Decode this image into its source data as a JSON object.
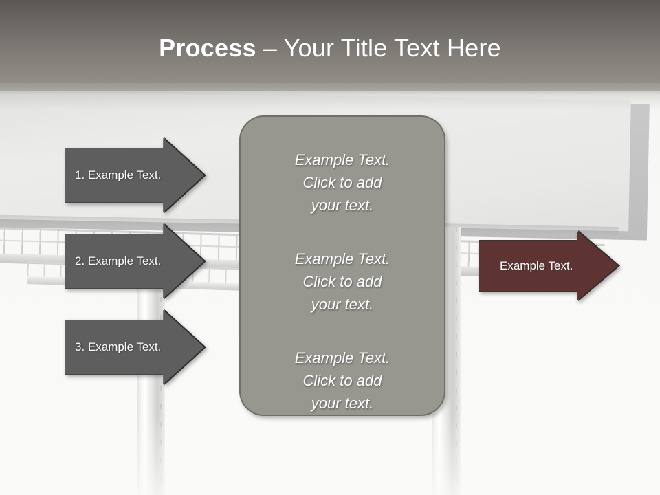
{
  "slide": {
    "title_strong": "Process",
    "title_rest": " – Your Title Text Here"
  },
  "colors": {
    "title_band_top": "#5b5854",
    "title_band_bottom": "#9a978f",
    "arrow_gray_fill": "#5e5e5e",
    "arrow_gray_outline": "#2e2e2e",
    "arrow_red_fill": "#5e3432",
    "panel_fill": "#98978f",
    "panel_border": "#6f6e68",
    "text_white": "#ffffff",
    "background": "#f7f7f5"
  },
  "steps": [
    {
      "id": "step-1",
      "label": "1. Example Text.",
      "style": "gray"
    },
    {
      "id": "step-2",
      "label": "2. Example Text.",
      "style": "gray"
    },
    {
      "id": "step-3",
      "label": "3. Example Text.",
      "style": "gray"
    }
  ],
  "outcome": {
    "id": "outcome",
    "label": "Example Text.",
    "style": "red"
  },
  "panel": {
    "blocks": [
      {
        "line1": "Example Text.",
        "line2": "Click  to add",
        "line3": "your text."
      },
      {
        "line1": "Example Text.",
        "line2": "Click  to add",
        "line3": "your text."
      },
      {
        "line1": "Example Text.",
        "line2": "Click  to add",
        "line3": "your text."
      }
    ]
  },
  "background_scene": {
    "description": "billboard-sign-photo",
    "elements": [
      "billboard-panel",
      "catwalk-railing",
      "support-pole-left",
      "support-pole-right"
    ]
  }
}
